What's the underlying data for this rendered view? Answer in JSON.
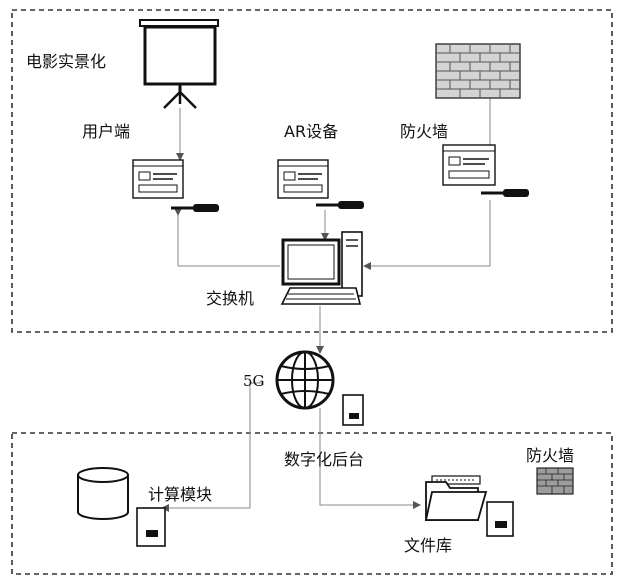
{
  "labels": {
    "movie": "电影实景化",
    "user": "用户端",
    "ar": "AR设备",
    "firewall_top": "防火墙",
    "switch": "交换机",
    "net": "5G",
    "backend": "数字化后台",
    "compute": "计算模块",
    "firewall_bottom": "防火墙",
    "filelib": "文件库"
  },
  "icons": {
    "projector": "projector-screen-icon",
    "brickwall": "brick-wall-icon",
    "workstation": "workstation-icon",
    "computer": "desktop-computer-icon",
    "globe": "globe-icon",
    "server": "server-icon",
    "database": "database-cylinder-icon",
    "folder": "folder-icon"
  },
  "colors": {
    "line": "#8a8a8a",
    "ink": "#111111",
    "wall": "#cfcfcf"
  }
}
